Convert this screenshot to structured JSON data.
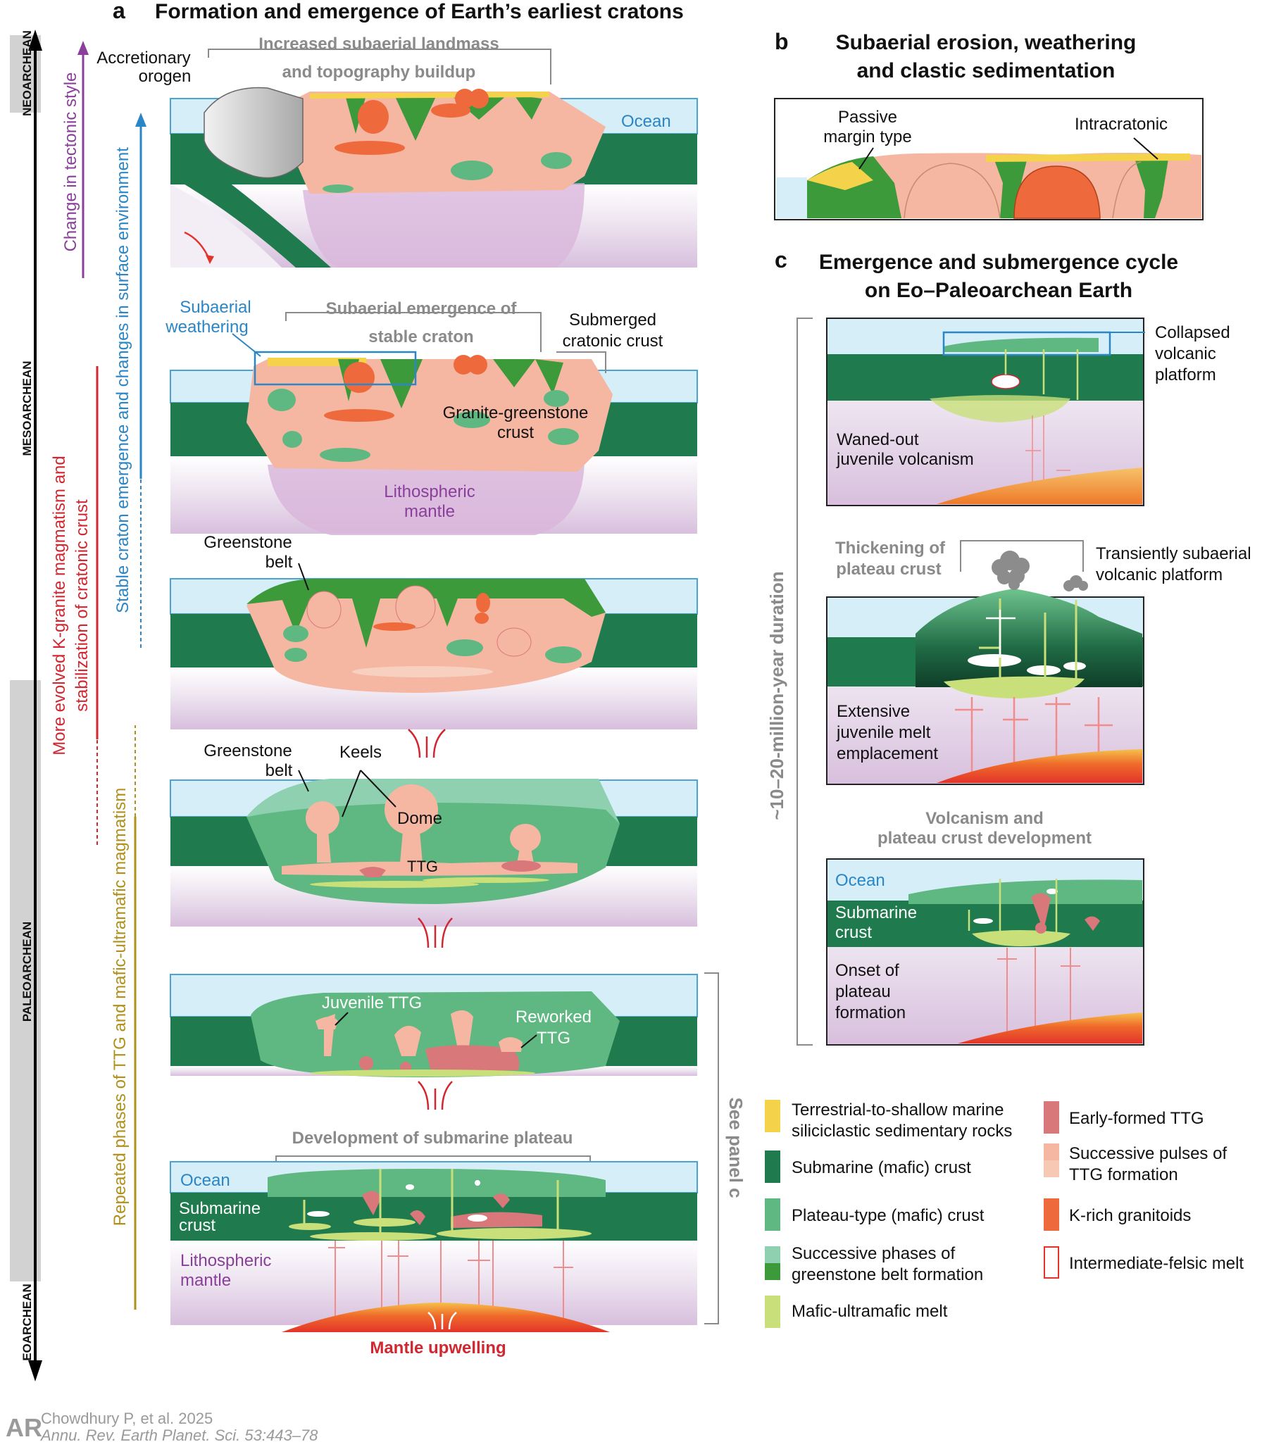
{
  "colors": {
    "ocean": "#d6eef7",
    "ocean_line": "#4aa3d0",
    "submarine_crust": "#1f7a4d",
    "plateau_crust": "#5fb881",
    "greenstone_light": "#8fd0b0",
    "greenstone_dark": "#3d9a3a",
    "sediment": "#f4d34a",
    "early_ttg": "#d9787a",
    "successive_ttg": "#f5b7a2",
    "k_granite": "#ee6a3c",
    "mafic_melt": "#c9e07a",
    "mantle": "#e8d7ea",
    "upwelling": "#e3342a",
    "grey_text": "#8a8a8a",
    "purple_text": "#8a3f9a",
    "blue_text": "#2a86c6",
    "red_text": "#d22630",
    "olive_text": "#b0901a"
  },
  "panel_a": {
    "letter": "a",
    "title": "Formation and emergence of Earth’s earliest cratons",
    "eras": [
      "NEOARCHEAN",
      "MESOARCHEAN",
      "PALEOARCHEAN",
      "EOARCHEAN"
    ],
    "trends": {
      "tectonic": "Change in tectonic style",
      "surface": "Stable craton emergence and changes in surface environment",
      "kgranite_1": "More evolved K-granite magmatism and",
      "kgranite_2": "stabilization of cratonic crust",
      "ttg": "Repeated phases of TTG and mafic-ultramafic magmatism"
    },
    "stage1": {
      "accretionary_1": "Accretionary",
      "accretionary_2": "orogen",
      "landmass_1": "Increased subaerial landmass",
      "landmass_2": "and topography buildup",
      "ocean": "Ocean"
    },
    "stage2": {
      "weathering_1": "Subaerial",
      "weathering_2": "weathering",
      "emergence_1": "Subaerial emergence of",
      "emergence_2": "stable craton",
      "submerged_1": "Submerged",
      "submerged_2": "cratonic crust",
      "granite_1": "Granite-greenstone",
      "granite_2": "crust",
      "litho_1": "Lithospheric",
      "litho_2": "mantle"
    },
    "stage3": {
      "greenstone_1": "Greenstone",
      "greenstone_2": "belt"
    },
    "stage4": {
      "greenstone_1": "Greenstone",
      "greenstone_2": "belt",
      "keels": "Keels",
      "dome": "Dome",
      "ttg": "TTG"
    },
    "stage5": {
      "juvenile": "Juvenile TTG",
      "reworked_1": "Reworked",
      "reworked_2": "TTG"
    },
    "stage6": {
      "title": "Development of submarine plateau",
      "ocean": "Ocean",
      "crust_1": "Submarine",
      "crust_2": "crust",
      "litho_1": "Lithospheric",
      "litho_2": "mantle",
      "upwelling": "Mantle upwelling"
    },
    "see_panel": "See panel c"
  },
  "panel_b": {
    "letter": "b",
    "title_1": "Subaerial erosion, weathering",
    "title_2": "and clastic sedimentation",
    "passive_1": "Passive",
    "passive_2": "margin type",
    "intracratonic": "Intracratonic"
  },
  "panel_c": {
    "letter": "c",
    "title_1": "Emergence and submergence cycle",
    "title_2": "on Eo–Paleoarchean Earth",
    "duration": "~10–20-million-year duration",
    "box1": {
      "collapsed_1": "Collapsed",
      "collapsed_2": "volcanic",
      "collapsed_3": "platform",
      "waned_1": "Waned-out",
      "waned_2": "juvenile volcanism"
    },
    "box2": {
      "thickening_1": "Thickening of",
      "thickening_2": "plateau crust",
      "transient_1": "Transiently subaerial",
      "transient_2": "volcanic platform",
      "extensive_1": "Extensive",
      "extensive_2": "juvenile melt",
      "extensive_3": "emplacement"
    },
    "box3": {
      "heading_1": "Volcanism and",
      "heading_2": "plateau crust development",
      "ocean": "Ocean",
      "crust_1": "Submarine",
      "crust_2": "crust",
      "onset_1": "Onset of",
      "onset_2": "plateau",
      "onset_3": "formation"
    }
  },
  "legend": {
    "items": [
      {
        "label_1": "Terrestrial-to-shallow marine",
        "label_2": "siliciclastic sedimentary rocks"
      },
      {
        "label_1": "Submarine (mafic) crust",
        "label_2": ""
      },
      {
        "label_1": "Plateau-type (mafic) crust",
        "label_2": ""
      },
      {
        "label_1": "Successive phases of",
        "label_2": "greenstone belt formation"
      },
      {
        "label_1": "Mafic-ultramafic melt",
        "label_2": ""
      },
      {
        "label_1": "Early-formed TTG",
        "label_2": ""
      },
      {
        "label_1": "Successive pulses of",
        "label_2": "TTG formation"
      },
      {
        "label_1": "K-rich granitoids",
        "label_2": ""
      },
      {
        "label_1": "Intermediate-felsic melt",
        "label_2": ""
      }
    ]
  },
  "citation": {
    "logo": "AR",
    "line_1": "Chowdhury P, et al. 2025",
    "line_2": "Annu. Rev. Earth Planet. Sci. 53:443–78"
  }
}
